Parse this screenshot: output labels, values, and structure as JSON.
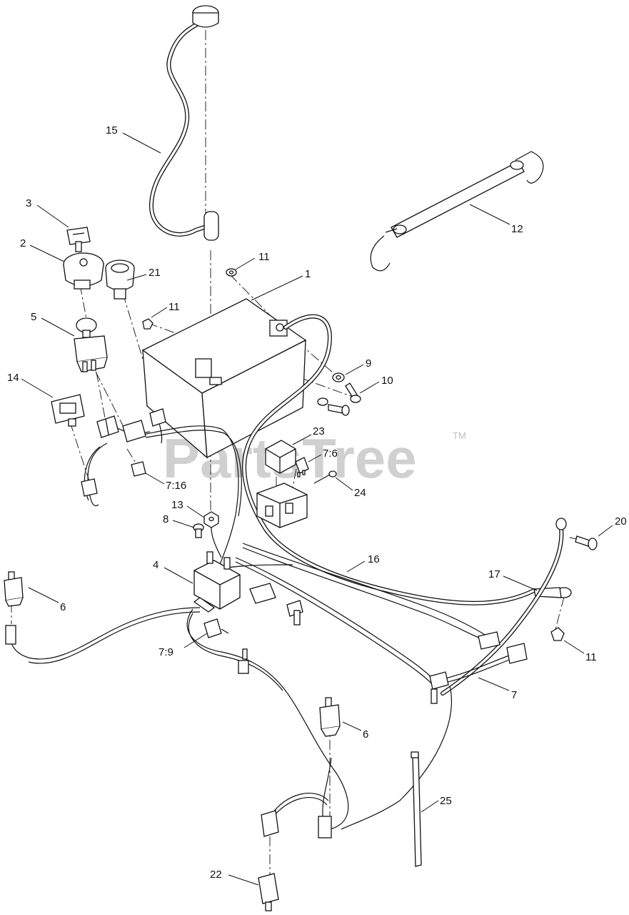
{
  "watermark": {
    "text": "PartsTree",
    "mark": "TM"
  },
  "callouts": [
    {
      "id": "c15",
      "text": "15"
    },
    {
      "id": "c3",
      "text": "3"
    },
    {
      "id": "c2",
      "text": "2"
    },
    {
      "id": "c21",
      "text": "21"
    },
    {
      "id": "c12",
      "text": "12"
    },
    {
      "id": "c11a",
      "text": "11"
    },
    {
      "id": "c1",
      "text": "1"
    },
    {
      "id": "c11b",
      "text": "11"
    },
    {
      "id": "c5",
      "text": "5"
    },
    {
      "id": "c9",
      "text": "9"
    },
    {
      "id": "c10",
      "text": "10"
    },
    {
      "id": "c14",
      "text": "14"
    },
    {
      "id": "c23",
      "text": "23"
    },
    {
      "id": "c7_6",
      "text": "7:6"
    },
    {
      "id": "c7_16",
      "text": "7:16"
    },
    {
      "id": "c24",
      "text": "24"
    },
    {
      "id": "c13",
      "text": "13"
    },
    {
      "id": "c8",
      "text": "8"
    },
    {
      "id": "c20",
      "text": "20"
    },
    {
      "id": "c16",
      "text": "16"
    },
    {
      "id": "c4",
      "text": "4"
    },
    {
      "id": "c17",
      "text": "17"
    },
    {
      "id": "c6a",
      "text": "6"
    },
    {
      "id": "c7_9",
      "text": "7:9"
    },
    {
      "id": "c11c",
      "text": "11"
    },
    {
      "id": "c7",
      "text": "7"
    },
    {
      "id": "c6b",
      "text": "6"
    },
    {
      "id": "c25",
      "text": "25"
    },
    {
      "id": "c22",
      "text": "22"
    }
  ]
}
